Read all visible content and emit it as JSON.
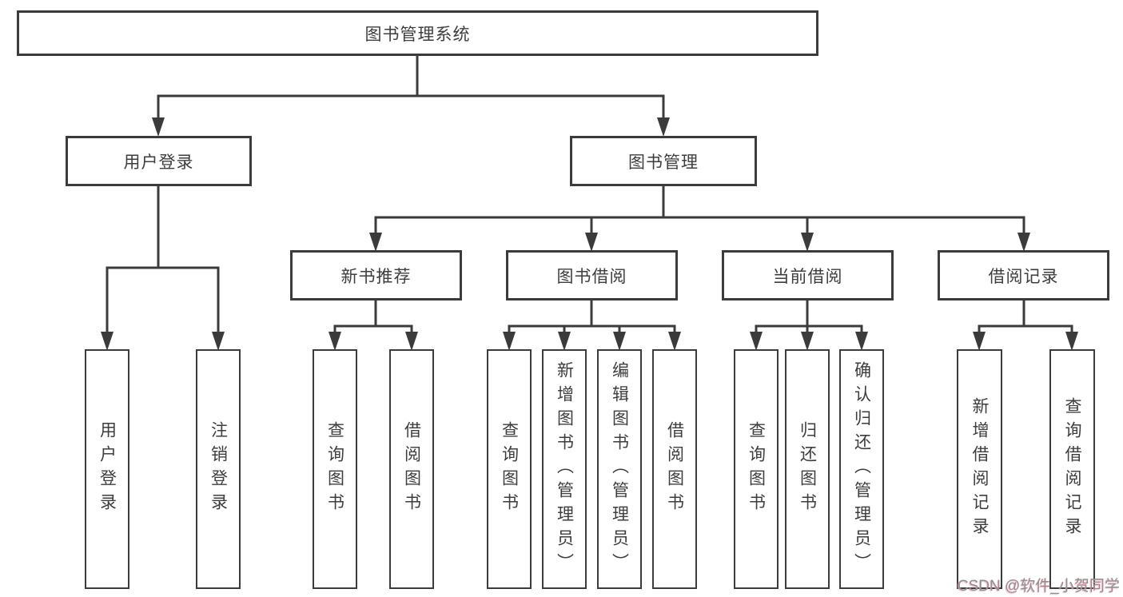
{
  "title": "图书管理系统",
  "watermark": "CSDN @软件_小贺同学",
  "colors": {
    "line": "#3b3b3b",
    "text": "#3d3d3d",
    "background": "#ffffff",
    "watermark": "#8f8f8f"
  },
  "nodes": {
    "root": {
      "label": "图书管理系统"
    },
    "user_login": {
      "label": "用户登录"
    },
    "book_mgmt": {
      "label": "图书管理"
    },
    "new_book_rec": {
      "label": "新书推荐"
    },
    "book_borrow": {
      "label": "图书借阅"
    },
    "current_borrow": {
      "label": "当前借阅"
    },
    "borrow_records": {
      "label": "借阅记录"
    },
    "leaf_user_login": {
      "label": "用户登录"
    },
    "leaf_logout": {
      "label": "注销登录"
    },
    "leaf_nbr_query": {
      "label": "查询图书"
    },
    "leaf_nbr_borrow": {
      "label": "借阅图书"
    },
    "leaf_bb_query": {
      "label": "查询图书"
    },
    "leaf_bb_add": {
      "label": "新增图书（管理员）"
    },
    "leaf_bb_edit": {
      "label": "编辑图书（管理员）"
    },
    "leaf_bb_borrow": {
      "label": "借阅图书"
    },
    "leaf_cb_query": {
      "label": "查询图书"
    },
    "leaf_cb_return": {
      "label": "归还图书"
    },
    "leaf_cb_confirm": {
      "label": "确认归还（管理员）"
    },
    "leaf_br_add": {
      "label": "新增借阅记录"
    },
    "leaf_br_query": {
      "label": "查询借阅记录"
    }
  },
  "hierarchy": {
    "图书管理系统": {
      "用户登录": [
        "用户登录",
        "注销登录"
      ],
      "图书管理": {
        "新书推荐": [
          "查询图书",
          "借阅图书"
        ],
        "图书借阅": [
          "查询图书",
          "新增图书（管理员）",
          "编辑图书（管理员）",
          "借阅图书"
        ],
        "当前借阅": [
          "查询图书",
          "归还图书",
          "确认归还（管理员）"
        ],
        "借阅记录": [
          "新增借阅记录",
          "查询借阅记录"
        ]
      }
    }
  }
}
